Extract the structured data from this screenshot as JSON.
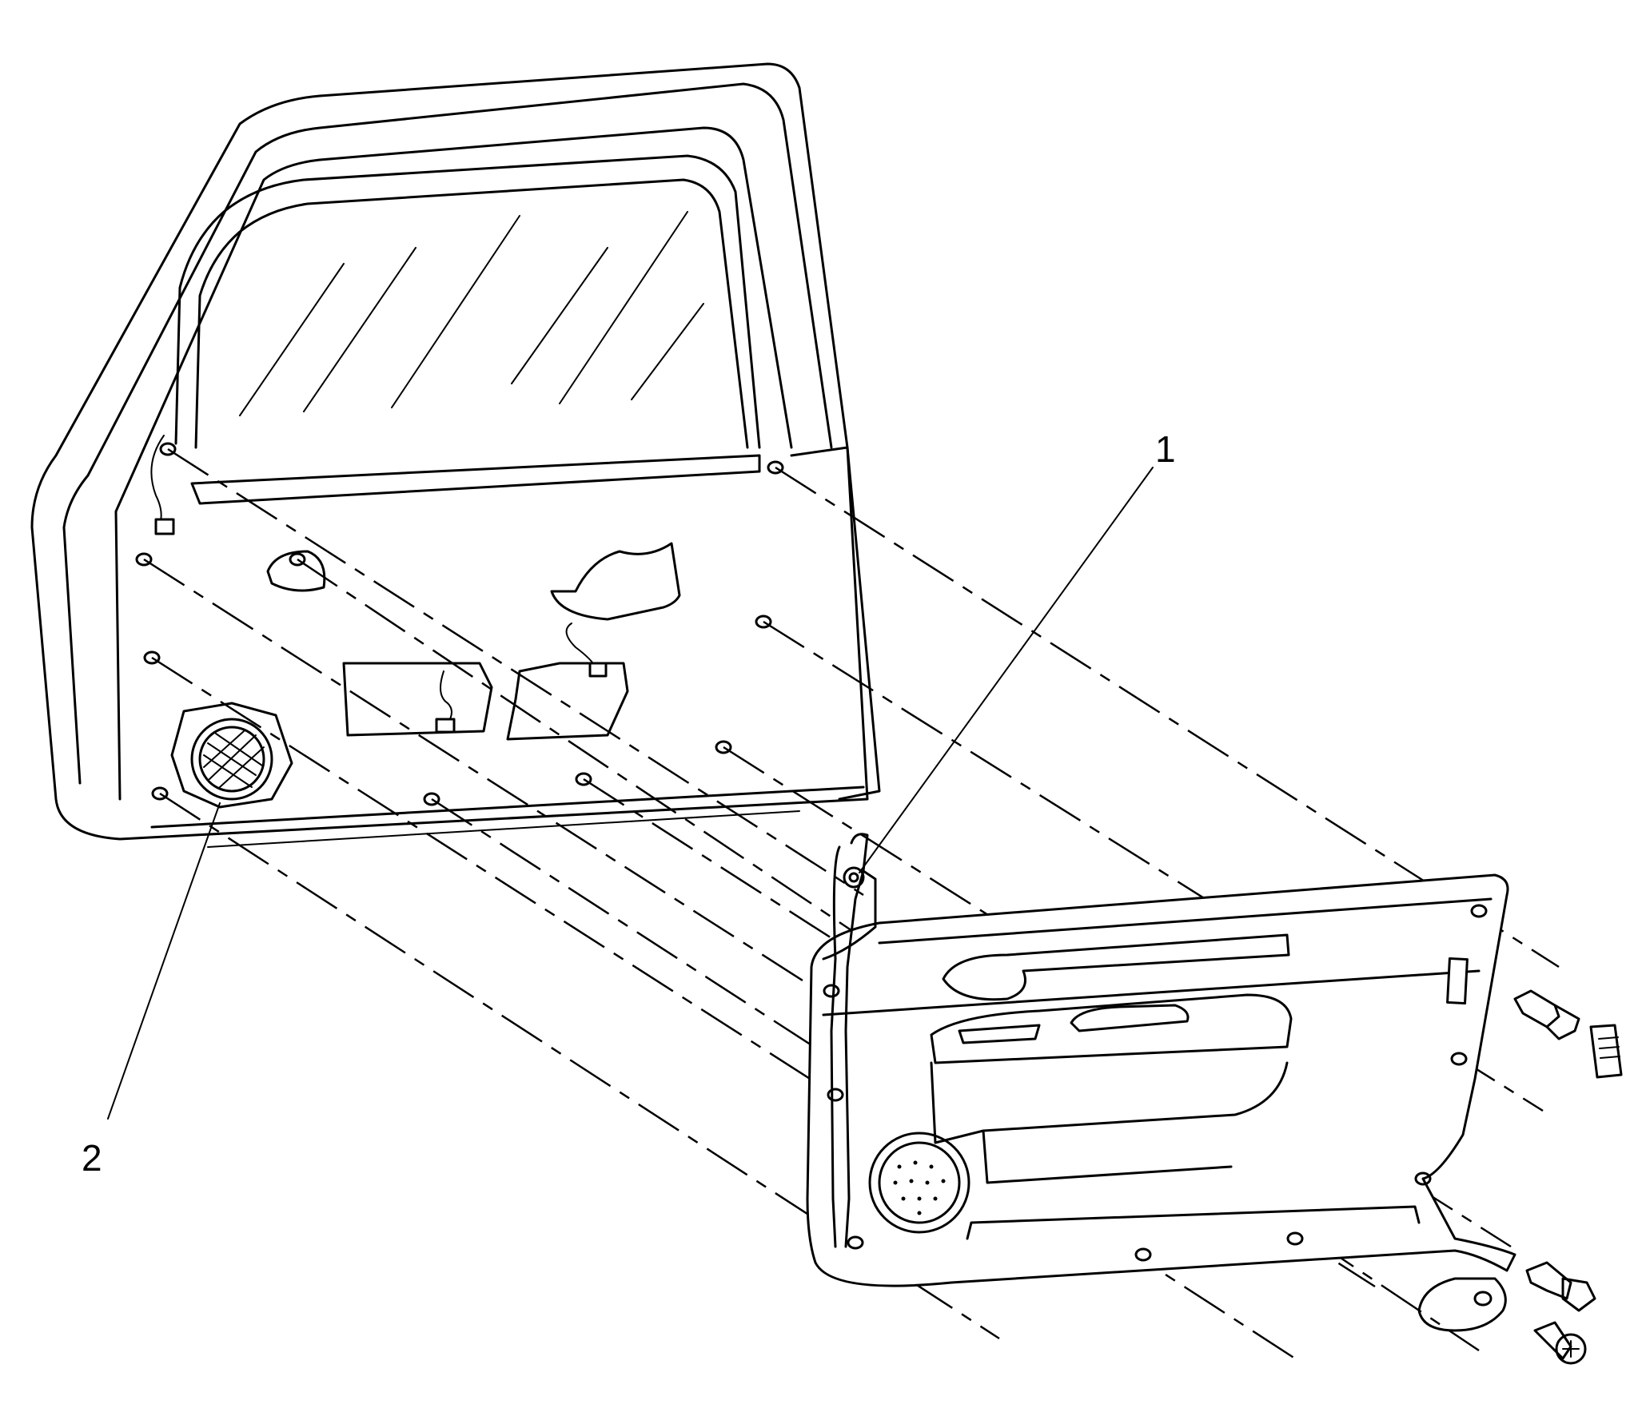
{
  "callouts": [
    {
      "id": "1",
      "text": "1",
      "target": "door-trim-panel-fastener"
    },
    {
      "id": "2",
      "text": "2",
      "target": "door-speaker"
    }
  ],
  "colors": {
    "line": "#000000",
    "background": "#ffffff"
  }
}
